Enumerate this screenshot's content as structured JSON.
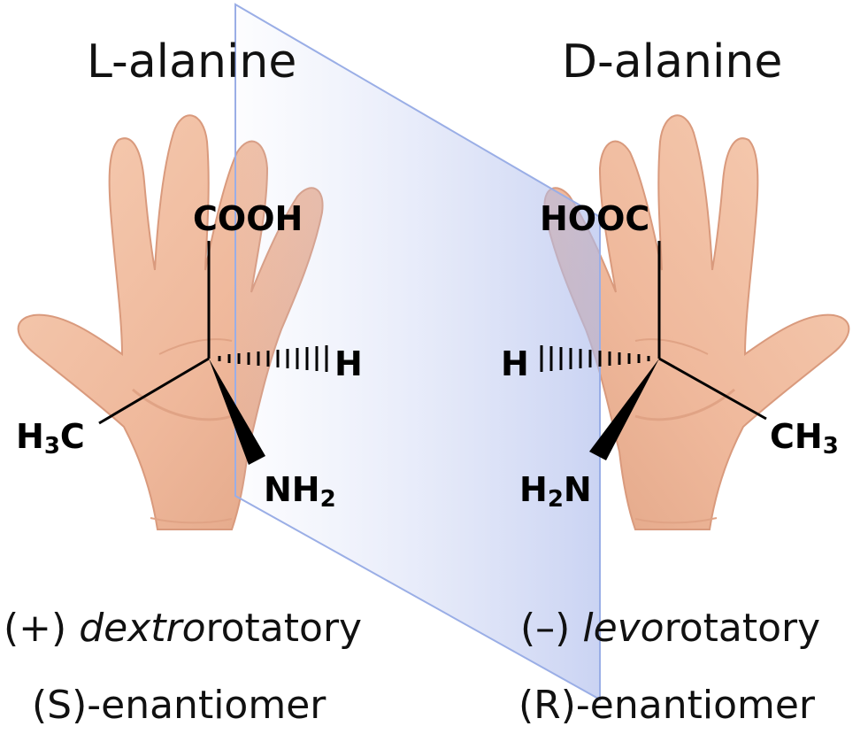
{
  "left": {
    "name": "L-alanine",
    "groups": {
      "top": "COOH",
      "right": "H",
      "left_main": "H",
      "left_sub": "3",
      "left_tail": "C",
      "bottom_main": "NH",
      "bottom_sub": "2"
    },
    "rotation_sign": "(+)",
    "rotation_italic": "dextro",
    "rotation_rest": "rotatory",
    "enantiomer": "(S)-enantiomer"
  },
  "right": {
    "name": "D-alanine",
    "groups": {
      "top": "HOOC",
      "left": "H",
      "right_main": "CH",
      "right_sub": "3",
      "bottom_main": "H",
      "bottom_sub": "2",
      "bottom_tail": "N"
    },
    "rotation_sign": "(–)",
    "rotation_italic": "levo",
    "rotation_rest": "rotatory",
    "enantiomer": "(R)-enantiomer"
  },
  "colors": {
    "skin": "#f3c3a6",
    "skin_shadow": "#d99a7d",
    "mirror_fill": "#b7c3ee",
    "mirror_edge": "#9aaee6",
    "text": "#111111"
  },
  "icons": {
    "left_hand": "left-hand-icon",
    "right_hand": "right-hand-icon",
    "mirror": "mirror-plane-icon"
  }
}
